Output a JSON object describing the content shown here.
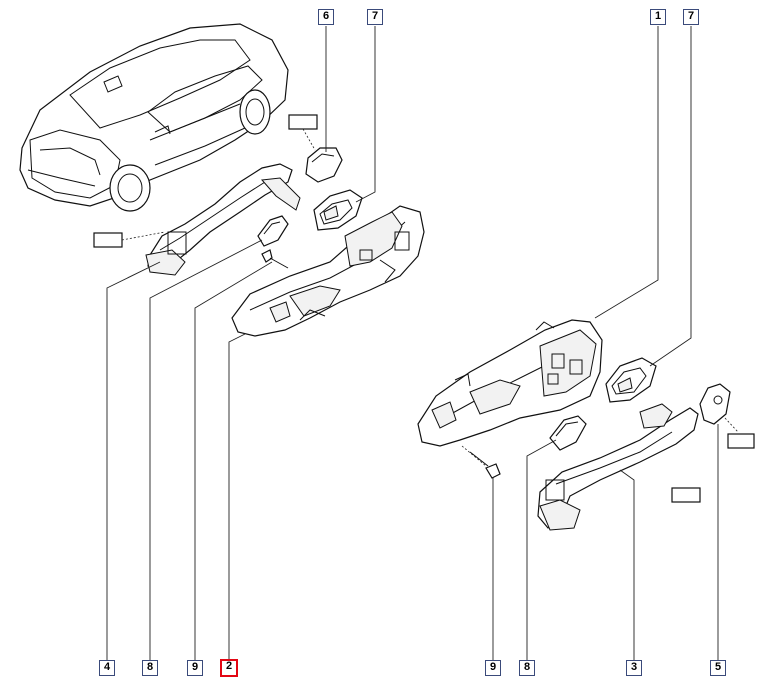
{
  "diagram": {
    "callouts": [
      {
        "id": "c6-top",
        "label": "6",
        "highlighted": false
      },
      {
        "id": "c7-top",
        "label": "7",
        "highlighted": false
      },
      {
        "id": "c1-top",
        "label": "1",
        "highlighted": false
      },
      {
        "id": "c7-right",
        "label": "7",
        "highlighted": false
      },
      {
        "id": "c4",
        "label": "4",
        "highlighted": false
      },
      {
        "id": "c8-left",
        "label": "8",
        "highlighted": false
      },
      {
        "id": "c9-left",
        "label": "9",
        "highlighted": false
      },
      {
        "id": "c2",
        "label": "2",
        "highlighted": true
      },
      {
        "id": "c9-right",
        "label": "9",
        "highlighted": false
      },
      {
        "id": "c8-right",
        "label": "8",
        "highlighted": false
      },
      {
        "id": "c3",
        "label": "3",
        "highlighted": false
      },
      {
        "id": "c5",
        "label": "5",
        "highlighted": false
      }
    ],
    "highlight_color": "#e30613",
    "callout_border_color": "#3a4a7a"
  }
}
